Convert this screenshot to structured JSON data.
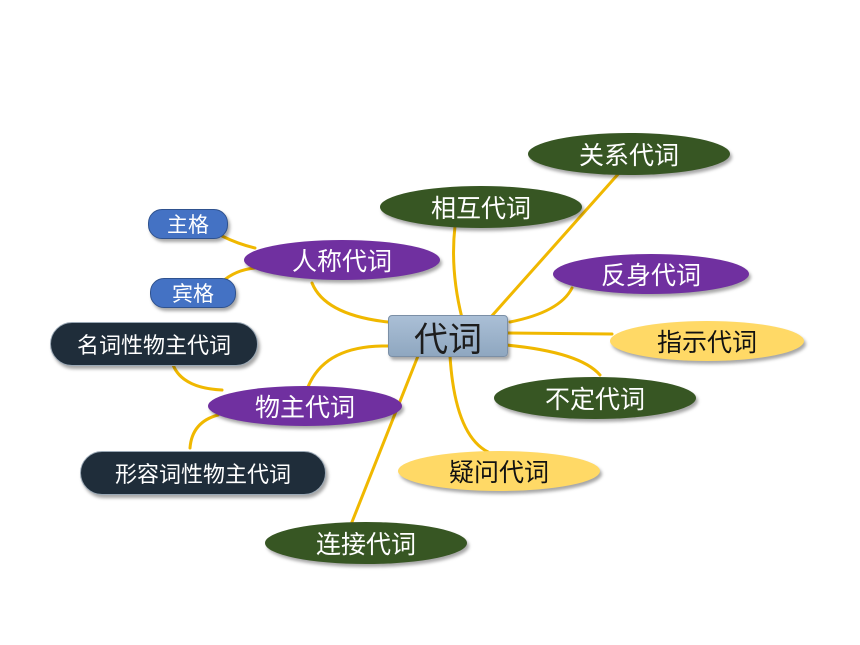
{
  "center": "代词",
  "nodes": {
    "relative": "关系代词",
    "reciprocal": "相互代词",
    "reflexive": "反身代词",
    "demonstrative": "指示代词",
    "indefinite": "不定代词",
    "interrogative": "疑问代词",
    "conjunctive": "连接代词",
    "personal": "人称代词",
    "possessive": "物主代词",
    "subjective": "主格",
    "objective": "宾格",
    "noun_possessive": "名词性物主代词",
    "adj_possessive": "形容词性物主代词"
  },
  "colors": {
    "connector": "#f0b800",
    "green": "#375623",
    "purple": "#7030a0",
    "yellow": "#ffd966",
    "blue": "#4472c4",
    "dark": "#1f2d3a",
    "center": "#9fb4cc"
  }
}
